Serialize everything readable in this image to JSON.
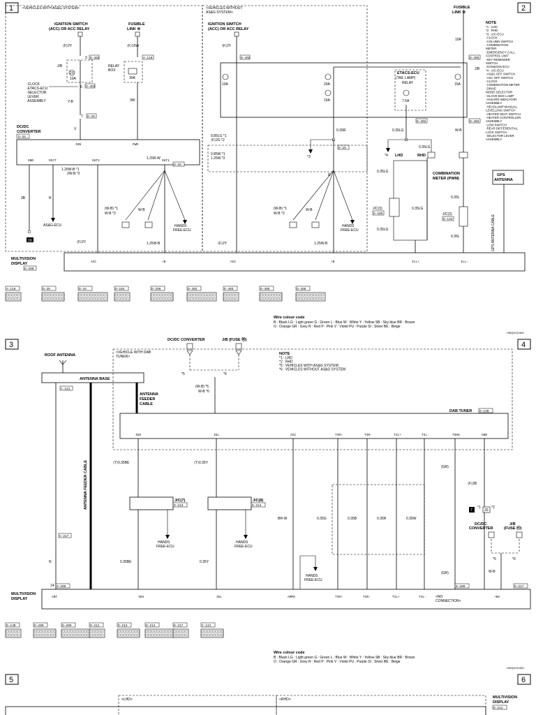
{
  "panel_numbers": [
    "1",
    "2",
    "3",
    "4",
    "5",
    "6"
  ],
  "p1": {
    "region_with": "<VEHICLES WITH AS&G SYSTEM>",
    "region_without_1": "<VEHICLES WITHOUT",
    "region_without_2": "AS&G SYSTEM>",
    "ign_title_1": "IGNITION SWITCH",
    "ign_title_2": "(ACC) OR ACC RELAY",
    "ign_title2_1": "IGNITION SWITCH",
    "ign_title2_2": "(ACC) OR ACC RELAY",
    "fusible4_1": "FUSIBLE",
    "fusible4_2": "LINK ④",
    "fusible2_1": "FUSIBLE",
    "fusible2_2": "LINK ②",
    "f2y": "⟨F⟩2Y",
    "f15w": "⟨F⟩15W",
    "f10r": "10R",
    "jb": "J/B",
    "relay_box_1": "RELAY",
    "relay_box_2": "BOX",
    "fuse23": "23",
    "fuse10a": "10A",
    "fuse30a": "30A",
    "clock_list": "·CLOCK\n·ETACS-ECU\n·SELECTOR\n LEVER\n ASSEMBLY",
    "yb": "Y-B",
    "v": "V",
    "w3": "3W",
    "dcdc_1": "DC/DC",
    "dcdc_2": "CONVERTER",
    "d34": "D-34",
    "ign": "IGN",
    "pwr": "PWR",
    "gnd": "GND",
    "dcct": "DCCT",
    "out2": "OUT2",
    "out1": "OUT1",
    "b3": "3B",
    "r": "R",
    "asg_ecu": "AS&G-ECU",
    "w125b": "1.25W-B *1",
    "w2b": "2W-B *2",
    "w125w": "1.25R-W",
    "d26": "D-26",
    "wb1": "(W-B) *1",
    "wb2": "W-B *2",
    "wb": "W-B",
    "hands_1": "HANDS",
    "hands_2": "FREE-ECU",
    "w125b2": "1.25W-B",
    "acc": "ACC",
    "plus_b": "+B",
    "ill_p": "ILL+",
    "ill_m": "ILL-",
    "mv_1": "MULTIVISION",
    "mv_2": "DISPLAY",
    "d209": "D-209",
    "etacs_1": "ETACS-ECU",
    "etacs_2": "(TAIL LAMP)",
    "etacs_3": "RELAY",
    "fuse_vals": [
      "20A",
      "15A",
      "7.5A",
      "15A",
      "10A"
    ],
    "r035": "0.35R",
    "lg035": "0.35LG",
    "lg085": "0.85LG *1",
    "lg2": "⟨F⟩2G *2",
    "lg_085b": "0.85W *1",
    "lg_125b": "1.25W *2",
    "lhd": "LHD",
    "rhd": "RHD",
    "jc3": "J/C(3)",
    "d105": "D-105",
    "d134": "D-134",
    "comb_1": "COMBINATION",
    "comb_2": "METER (PWM)",
    "gps_1": "GPS",
    "gps_2": "ANTENNA",
    "gps_cable": "GPS ANTENNA CABLE",
    "l035": "0.35L",
    "d402": "D-402",
    "d403": "D-403",
    "d405": "D-405",
    "a118": "A-118",
    "note_title": "NOTE",
    "note_lines": [
      "*1 : LHD",
      "*2 : RHD",
      "*3 : A/C-ECU",
      "  ·CLOCK",
      "  ·COLUMN SWITCH",
      "  ·COMBINATION",
      "   METER",
      "  ·EMERGENCY CALL",
      "   CONTROL UNIT",
      "  ·KEY REMINDER",
      "   SWITCH",
      "  ·KOS&OSS-ECU",
      "*4 : A/C-ECU",
      "  ·AS&G OFF SWITCH",
      "  ·ASC OFF SWITCH",
      "  ·CLOCK",
      "  ·COMBINATION METER",
      "  ·DRIVE",
      "   MODE-SELECTOR",
      "  ·GLOVE BOX LAMP",
      "  ·HAZARD INDICATOR",
      "   ASSEMBLY",
      "  ·HEADLAMP MANUAL",
      "   LEVELLING SWITCH",
      "  ·HEATED SEAT SWITCH",
      "  ·HEATER CONTROLLER",
      "   ASSEMBLY",
      "  ·LOW SWITCH",
      "  ·REAR DIFFERENTIAL",
      "   LOCK SWITCH",
      "  ·SELECTOR LEVER",
      "   ASSEMBLY"
    ],
    "conn_labels": [
      "A-118",
      "D-26",
      "D-34",
      "D-104",
      "D-209",
      "D-402",
      "D-403",
      "D-405",
      "D-459"
    ],
    "wire_code_title": "Wire colour code",
    "wire_code_1": "B : Black    LG : Light green    G : Green    L : Blue    W : White    Y : Yellow    SB : Sky blue    BR : Brown",
    "wire_code_2": "O : Orange    GR : Grey    R : Red    P : Pink    V : Violet    PU : Purple    SI : Silver    BE : Beige",
    "code": "HI5QHCD46C"
  },
  "p3": {
    "dcdc": "DC/DC CONVERTER",
    "jb_fuse": "J/B (FUSE Ⓜ)",
    "roof_ant": "ROOF ANTENNA",
    "dab_title_1": "<VEHICLE WITH DAB",
    "dab_title_2": "TUNER>",
    "ant_base": "ANTENNA BASE",
    "c121": "C-121",
    "feeder_1": "ANTENNA",
    "feeder_2": "FEEDER",
    "feeder_3": "CABLE",
    "feeder_cable": "ANTENNA FEEDER CABLE",
    "note_title": "NOTE",
    "note_lines": [
      "*1 : LHD",
      "*2 : RHD",
      "*5 : VEHICLES WITH AS&G SYSTEM",
      "*6 : VEHICLES WITHOUT AS&G SYSTEM"
    ],
    "wb1": "(W-B) *5",
    "wb2": "W-B *6",
    "dab_tuner": "DAB TUNER",
    "d130": "D-130",
    "pins": [
      "IEH",
      "IEL",
      "ACC",
      "TIR+",
      "TIR-",
      "TIL+",
      "TIL-",
      "TSHG",
      "GND"
    ],
    "t035be": "⟨T⟩0.35BE",
    "t035y": "⟨T⟩0.35Y",
    "jc7": "J/C(7)",
    "d213": "D-213",
    "jc8": "J/C(8)",
    "d214": "D-214",
    "c217": "C-217",
    "br_w": "BR-W",
    "g035": "0.35G",
    "b035": "0.35B",
    "r035": "0.35R",
    "w035": "0.35W",
    "gr": "(GR)",
    "f2b": "⟨F⟩2B",
    "be035": "0.35BE",
    "y035": "0.35Y",
    "n": "N",
    "ant": "ANT",
    "d209": "D-209",
    "ampd": "AMPD",
    "noconn_1": "<NO",
    "noconn_2": "CONNECTION>",
    "b2": "+B2",
    "d217": "D-217",
    "mv_1": "MULTIVISION",
    "mv_2": "DISPLAY",
    "conn_labels": [
      "D-130",
      "D-209",
      "D-209",
      "D-211",
      "D-213",
      "D-214",
      "D-217",
      "C-121"
    ],
    "code": "HI5QHCD48C"
  },
  "p5": {
    "lhd": "<LHD>",
    "rhd": "<RHD>",
    "mv_1": "MULTIVISION",
    "mv_2": "DISPLAY",
    "d212": "D-212"
  }
}
